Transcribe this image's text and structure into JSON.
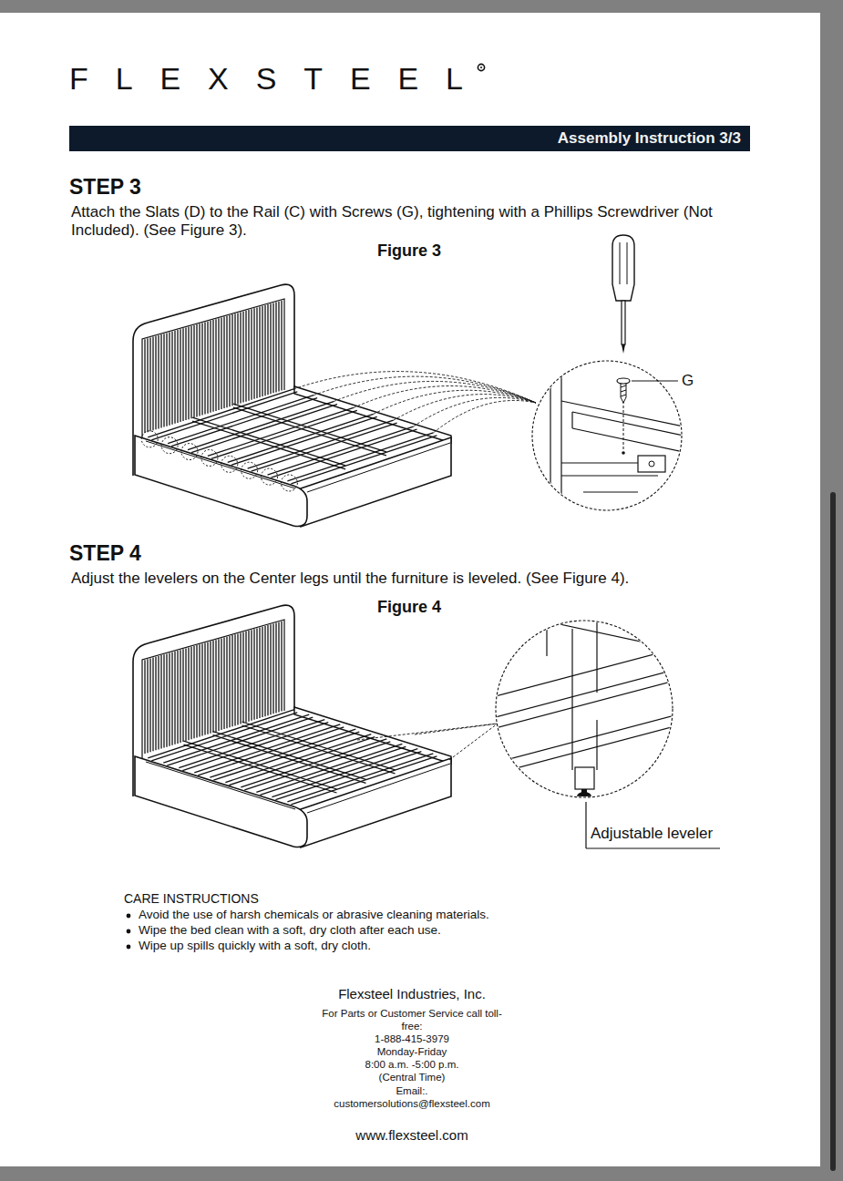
{
  "diagram": {
    "nodes": [
      {
        "text": [
          "Assembly Instruction 3/3"
        ]
      }
    ],
    "labels": [
      "FLEXSTEEL",
      "STEP 3",
      "Attach the Slats (D) to the Rail (C) with Screws (G), tightening with a Phillips Screwdriver (Not Included). (See Figure 3).",
      "Figure 3",
      "G",
      "STEP 4",
      "Adjust the levelers on the Center legs until the furniture is leveled. (See Figure 4).",
      "Figure 4",
      "Adjustable leveler",
      "CARE INSTRUCTIONS",
      "Avoid the use of harsh chemicals or abrasive cleaning materials.",
      "Wipe the bed clean with a soft, dry cloth after each use.",
      "Wipe up spills quickly with a soft, dry cloth.",
      "Flexsteel Industries, Inc.",
      "For Parts or Customer Service call toll-free:",
      "1-888-415-3979",
      "Monday-Friday",
      "8:00 a.m. -5:00 p.m.",
      "(Central Time)",
      "Email:.",
      "customersolutions@flexsteel.com",
      "www.flexsteel.com"
    ]
  }
}
